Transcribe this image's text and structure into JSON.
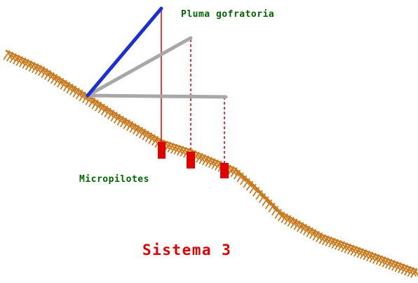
{
  "labels": {
    "boom": "Pluma gofratoria",
    "piles": "Micropilotes",
    "caption": "Sistema 3"
  },
  "colors": {
    "ground": "#c87a1e",
    "boom_active": "#1a2fd6",
    "boom_inactive": "#a8a8a8",
    "guide_line": "#e00000",
    "pile": "#e00000",
    "label_green": "#006400",
    "caption_red": "#e00000",
    "background": "#ffffff"
  }
}
